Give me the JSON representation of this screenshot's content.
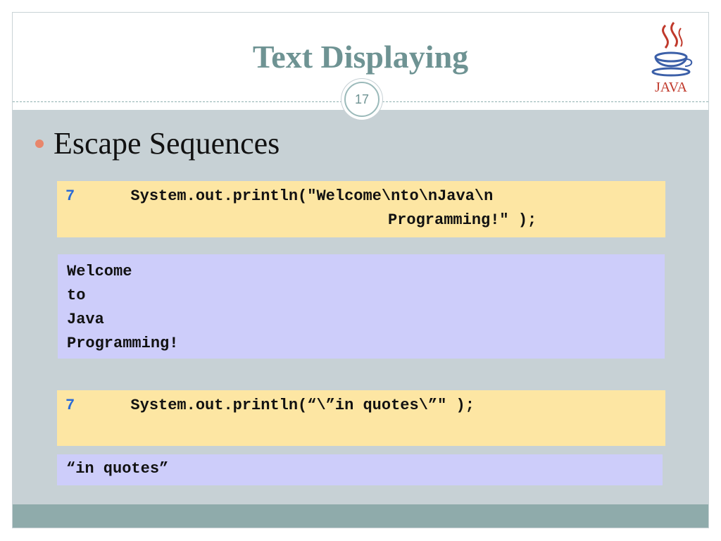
{
  "slide": {
    "title": "Text Displaying",
    "number": "17",
    "logo_text": "JAVA"
  },
  "bullet": {
    "text": "Escape Sequences"
  },
  "code1": {
    "line_number": "7",
    "line_a": "System.out.println(\"Welcome\\nto\\nJava\\n",
    "line_b": "Programming!\" );"
  },
  "output1": {
    "lines": [
      "Welcome",
      "to",
      "Java",
      "Programming!"
    ]
  },
  "code2": {
    "line_number": "7",
    "line_a": "System.out.println(“\\”in quotes\\”\" );"
  },
  "output2": {
    "text": "“in quotes”"
  },
  "colors": {
    "title": "#6e9393",
    "content_band": "#c7d1d5",
    "footer_band": "#8fabab",
    "code_bg": "#fde6a3",
    "output_bg": "#cdcdfa",
    "line_number": "#2b6bd6",
    "bullet": "#e8866b"
  }
}
